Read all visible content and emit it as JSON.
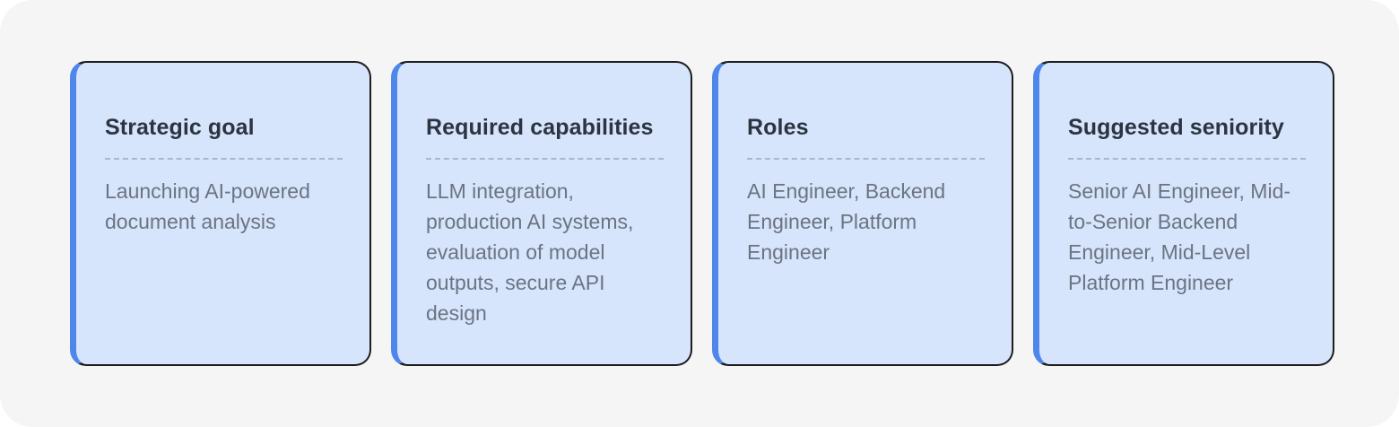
{
  "cards": [
    {
      "title": "Strategic goal",
      "body": "Launching AI-powered document analysis"
    },
    {
      "title": "Required capabilities",
      "body": "LLM integration, production AI systems, evaluation of model outputs, secure API design"
    },
    {
      "title": "Roles",
      "body": "AI Engineer, Backend Engineer, Platform Engineer"
    },
    {
      "title": "Suggested seniority",
      "body": "Senior AI Engineer, Mid-to-Senior Backend Engineer, Mid-Level Platform Engineer"
    }
  ],
  "colors": {
    "card_fill": "#d6e4fc",
    "card_accent": "#4f86ec",
    "card_border": "#1c1c1c",
    "title_text": "#2b3440",
    "body_text": "#6b7482",
    "background": "#f5f5f5"
  }
}
